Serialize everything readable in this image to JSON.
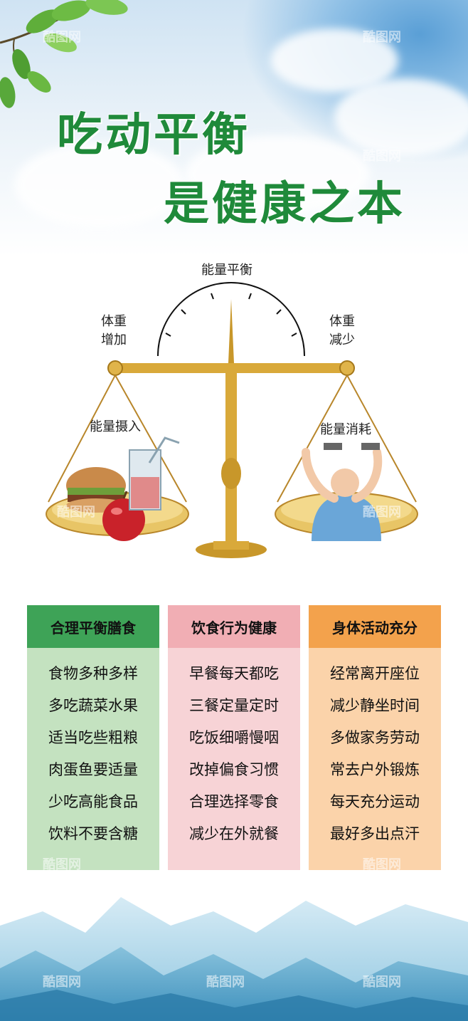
{
  "title": {
    "line1": "吃动平衡",
    "line2": "是健康之本"
  },
  "scale": {
    "top_label": "能量平衡",
    "left_label_line1": "体重",
    "left_label_line2": "增加",
    "right_label_line1": "体重",
    "right_label_line2": "减少",
    "left_pan_label": "能量摄入",
    "right_pan_label": "能量消耗"
  },
  "cards": [
    {
      "heading": "合理平衡膳食",
      "items": [
        "食物多种多样",
        "多吃蔬菜水果",
        "适当吃些粗粮",
        "肉蛋鱼要适量",
        "少吃高能食品",
        "饮料不要含糖"
      ]
    },
    {
      "heading": "饮食行为健康",
      "items": [
        "早餐每天都吃",
        "三餐定量定时",
        "吃饭细嚼慢咽",
        "改掉偏食习惯",
        "合理选择零食",
        "减少在外就餐"
      ]
    },
    {
      "heading": "身体活动充分",
      "items": [
        "经常离开座位",
        "减少静坐时间",
        "多做家务劳动",
        "常去户外锻炼",
        "每天充分运动",
        "最好多出点汗"
      ]
    }
  ],
  "watermark": "酷图网",
  "colors": {
    "title_green": "#1f8a3a",
    "card1_head": "#3ea357",
    "card2_head": "#f1aeb4",
    "card3_head": "#f3a24c",
    "scale_gold": "#d9a93a"
  }
}
